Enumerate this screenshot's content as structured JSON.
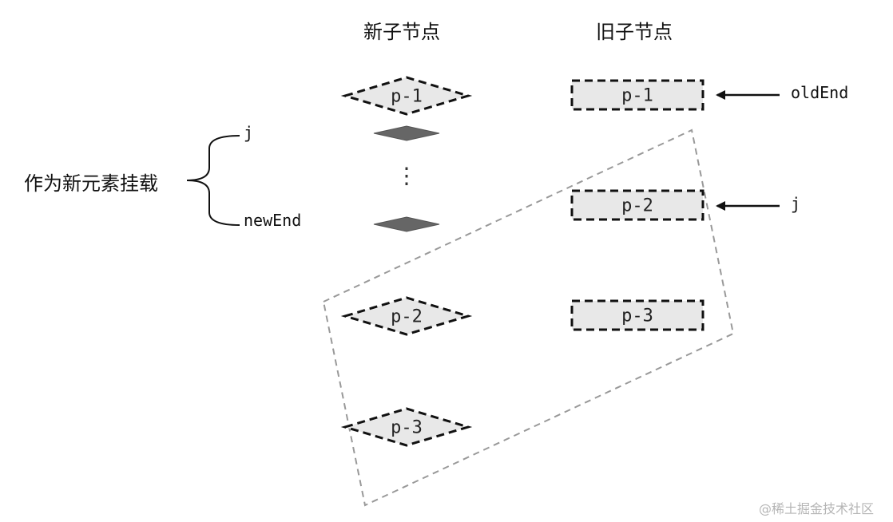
{
  "headers": {
    "new_children": "新子节点",
    "old_children": "旧子节点"
  },
  "new_nodes": [
    {
      "label": "p-1"
    },
    {
      "label": "p-2"
    },
    {
      "label": "p-3"
    }
  ],
  "old_nodes": [
    {
      "label": "p-1"
    },
    {
      "label": "p-2"
    },
    {
      "label": "p-3"
    }
  ],
  "ellipsis": "⋮",
  "pointers": {
    "old_end": "oldEnd",
    "old_j": "j",
    "new_j": "j",
    "new_end": "newEnd"
  },
  "brace_annotation": "作为新元素挂载",
  "watermark": "@稀土掘金技术社区",
  "colors": {
    "node_fill": "#e8e8e8",
    "placeholder_fill": "#666666",
    "stroke": "#111111",
    "group_border": "#999999"
  }
}
